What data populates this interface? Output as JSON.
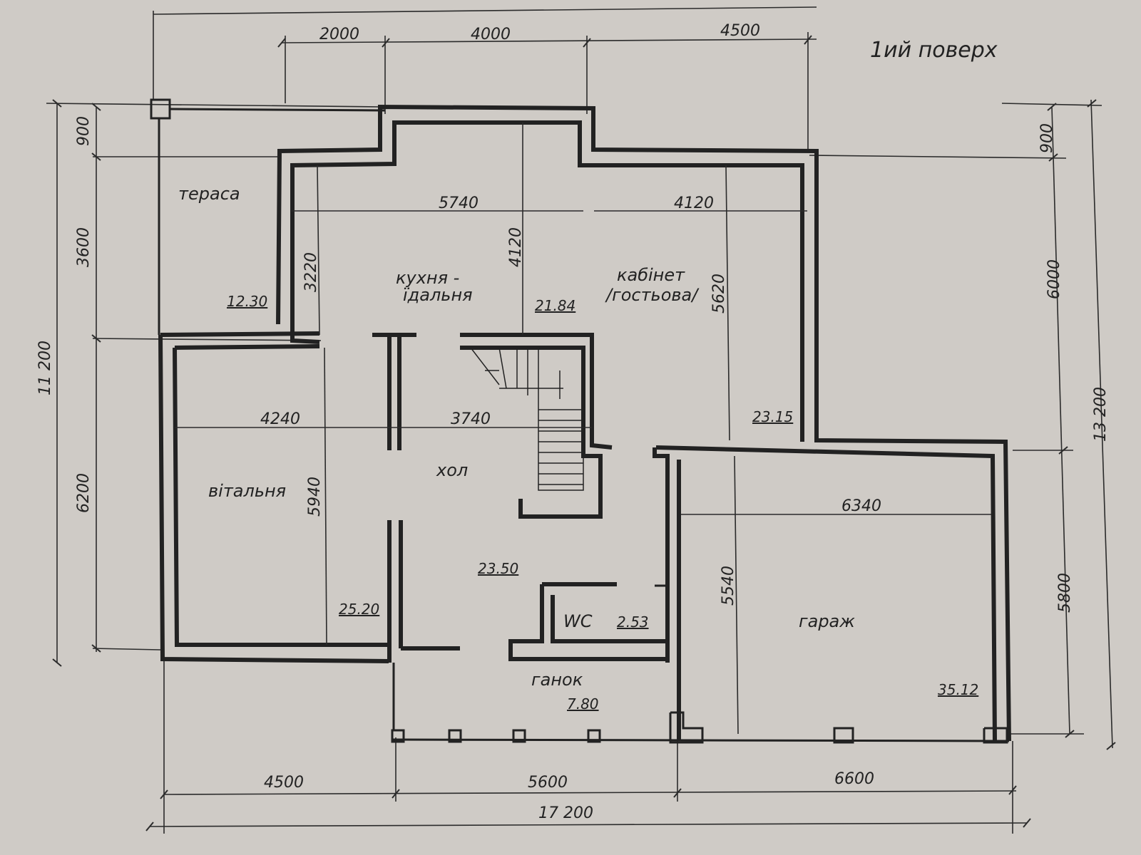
{
  "plan": {
    "title": "1ий поверх",
    "top_dims": {
      "d1": "2000",
      "d2": "4000",
      "d3": "4500"
    },
    "left_dims": {
      "d1": "900",
      "d2": "3600",
      "d3": "6200",
      "total": "11 200"
    },
    "right_dims": {
      "d1": "900",
      "d2": "6000",
      "d3": "5800",
      "total": "13 200"
    },
    "bottom_dims": {
      "d1": "4500",
      "d2": "5600",
      "d3": "6600",
      "total": "17 200"
    },
    "rooms": {
      "terrace": {
        "name": "тераса",
        "area": "12.30"
      },
      "kitchen": {
        "name_line1": "кухня -",
        "name_line2": "їдальня",
        "area": "21.84",
        "width": "5740",
        "depth": "4120",
        "side": "3220"
      },
      "study": {
        "name_line1": "кабінет",
        "name_line2": "/гостьова/",
        "area": "23.15",
        "width": "4120",
        "depth": "5620"
      },
      "living": {
        "name": "вітальня",
        "area": "25.20",
        "width": "4240",
        "depth": "5940"
      },
      "hall": {
        "name": "хол",
        "area": "23.50",
        "width": "3740"
      },
      "wc": {
        "name": "WC",
        "area": "2.53"
      },
      "garage": {
        "name": "гараж",
        "area": "35.12",
        "width": "6340",
        "depth": "5540"
      },
      "porch": {
        "name": "ганок",
        "area": "7.80"
      }
    }
  }
}
